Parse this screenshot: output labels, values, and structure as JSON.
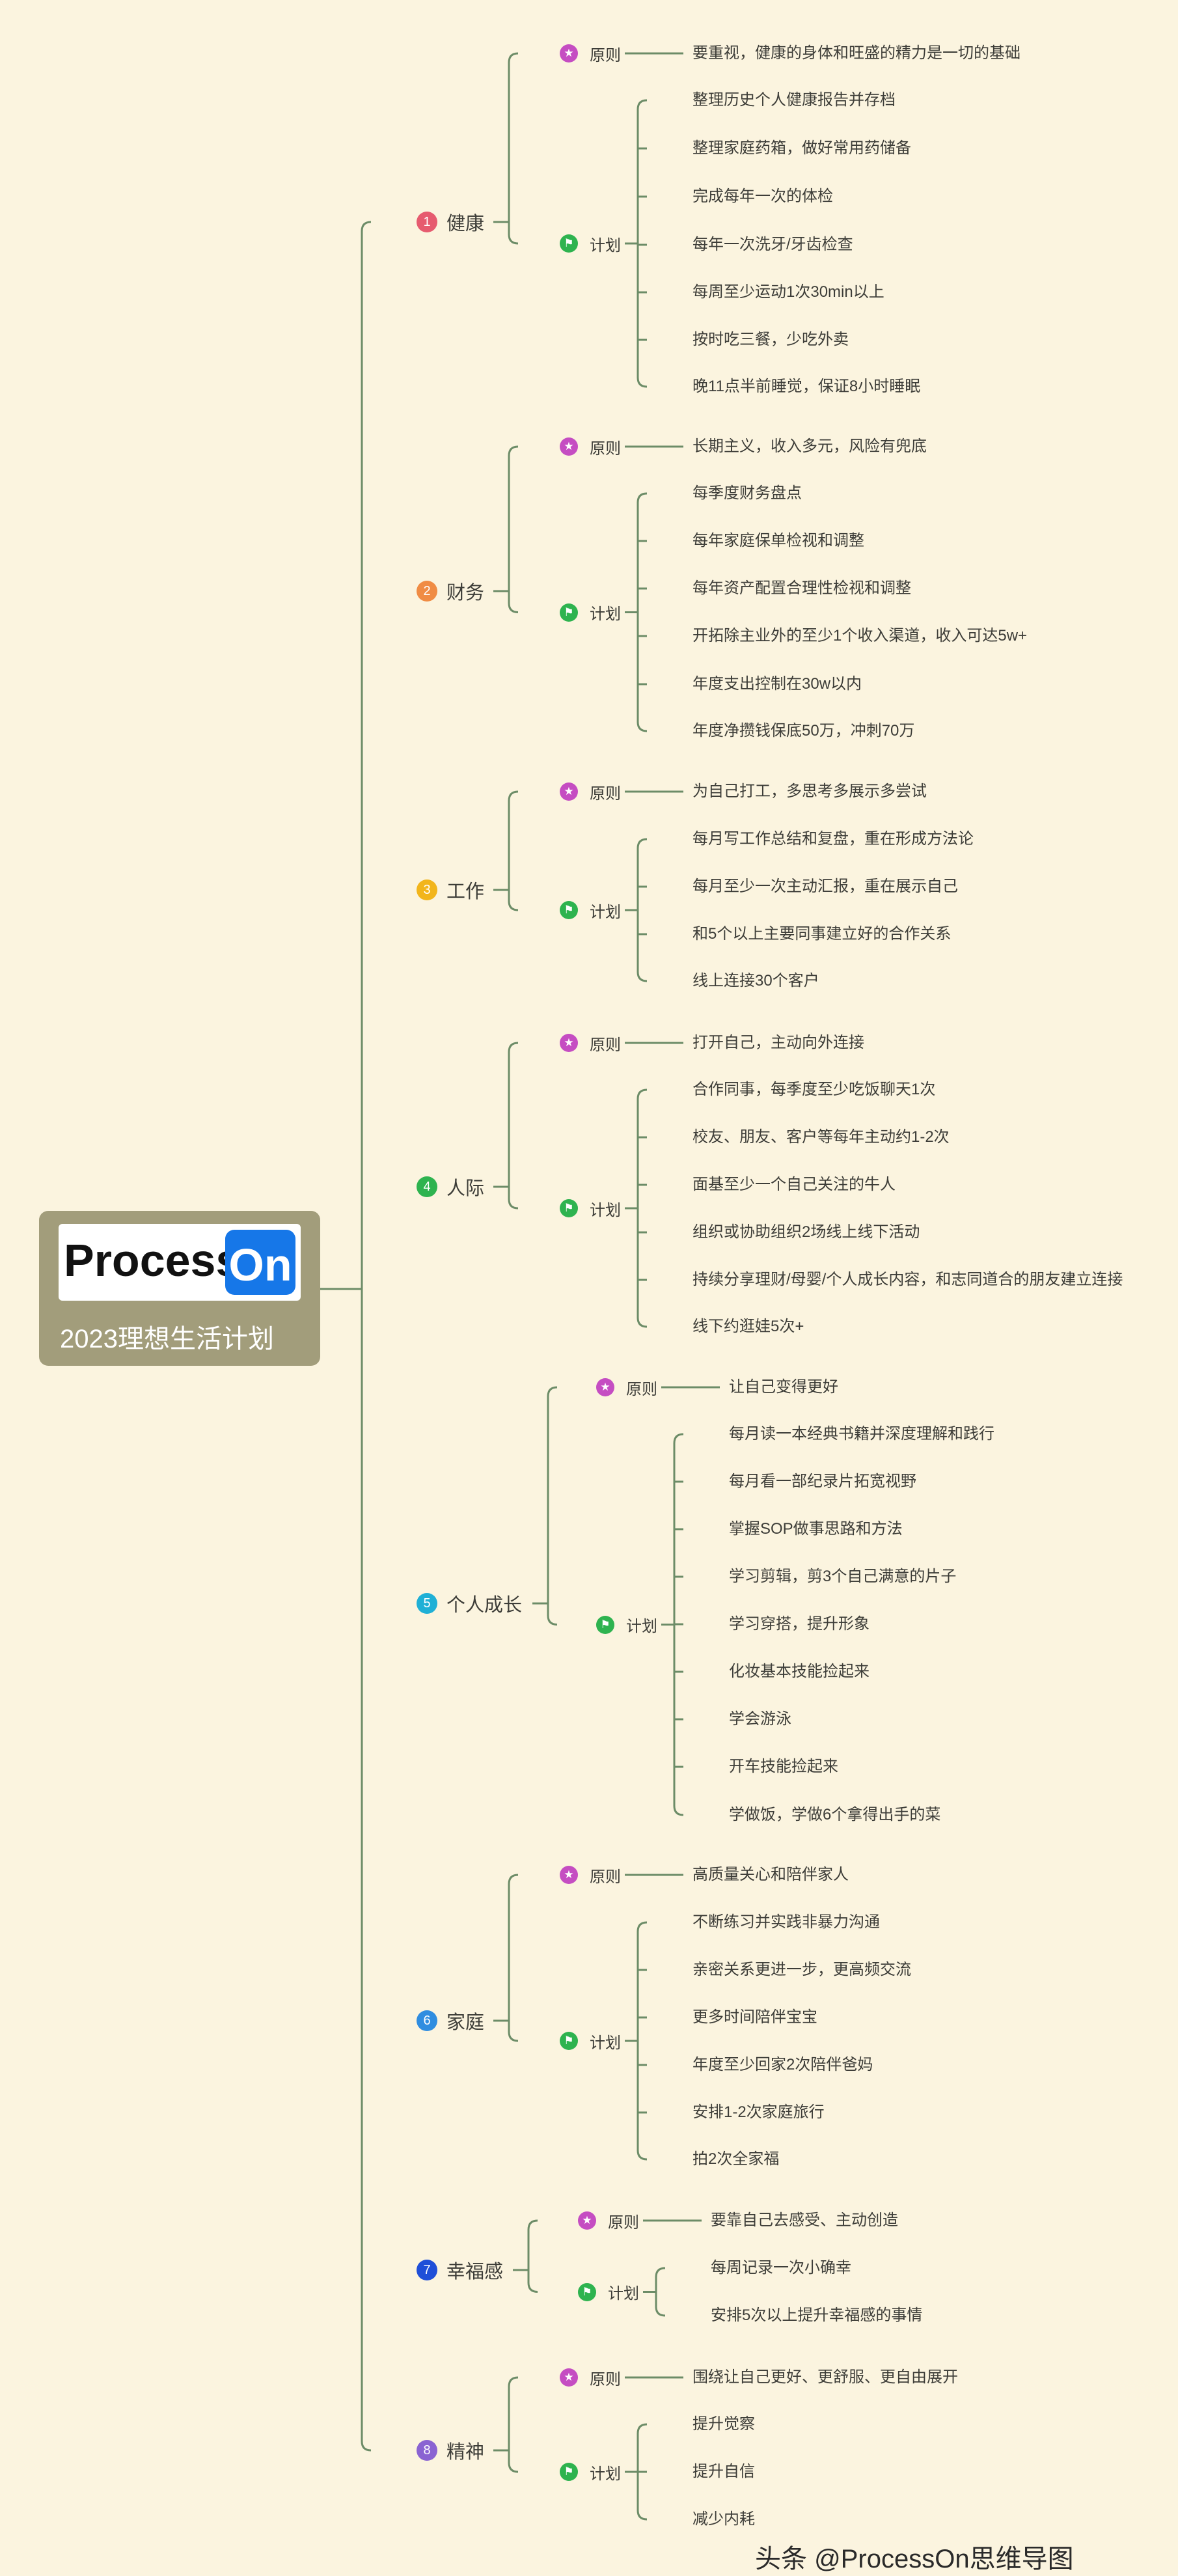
{
  "root": {
    "logo_word": "Process",
    "logo_box": "On",
    "title": "2023理想生活计划"
  },
  "colors": {
    "line": "#6c8c67",
    "background": "#fbf4df",
    "root_fill": "#a29d7b",
    "logo_blue": "#1677e8",
    "principle_icon": "#c54dc2",
    "plan_icon": "#2eb34f"
  },
  "icons": {
    "principle": "star-icon",
    "plan": "flag-icon"
  },
  "topics": [
    {
      "num": "1",
      "label": "健康",
      "color": "#e65b6f",
      "principle": {
        "label": "原则",
        "items": [
          "要重视，健康的身体和旺盛的精力是一切的基础"
        ]
      },
      "plan": {
        "label": "计划",
        "items": [
          "整理历史个人健康报告并存档",
          "整理家庭药箱，做好常用药储备",
          "完成每年一次的体检",
          "每年一次洗牙/牙齿检查",
          "每周至少运动1次30min以上",
          "按时吃三餐，少吃外卖",
          "晚11点半前睡觉，保证8小时睡眠"
        ]
      }
    },
    {
      "num": "2",
      "label": "财务",
      "color": "#f08c44",
      "principle": {
        "label": "原则",
        "items": [
          "长期主义，收入多元，风险有兜底"
        ]
      },
      "plan": {
        "label": "计划",
        "items": [
          "每季度财务盘点",
          "每年家庭保单检视和调整",
          "每年资产配置合理性检视和调整",
          "开拓除主业外的至少1个收入渠道，收入可达5w+",
          "年度支出控制在30w以内",
          "年度净攒钱保底50万，冲刺70万"
        ]
      }
    },
    {
      "num": "3",
      "label": "工作",
      "color": "#f2b51b",
      "principle": {
        "label": "原则",
        "items": [
          "为自己打工，多思考多展示多尝试"
        ]
      },
      "plan": {
        "label": "计划",
        "items": [
          "每月写工作总结和复盘，重在形成方法论",
          "每月至少一次主动汇报，重在展示自己",
          "和5个以上主要同事建立好的合作关系",
          "线上连接30个客户"
        ]
      }
    },
    {
      "num": "4",
      "label": "人际",
      "color": "#2eb34f",
      "principle": {
        "label": "原则",
        "items": [
          "打开自己，主动向外连接"
        ]
      },
      "plan": {
        "label": "计划",
        "items": [
          "合作同事，每季度至少吃饭聊天1次",
          "校友、朋友、客户等每年主动约1-2次",
          "面基至少一个自己关注的牛人",
          "组织或协助组织2场线上线下活动",
          "持续分享理财/母婴/个人成长内容，和志同道合的朋友建立连接",
          "线下约逛娃5次+"
        ]
      }
    },
    {
      "num": "5",
      "label": "个人成长",
      "color": "#1fb0d6",
      "principle": {
        "label": "原则",
        "items": [
          "让自己变得更好"
        ]
      },
      "plan": {
        "label": "计划",
        "items": [
          "每月读一本经典书籍并深度理解和践行",
          "每月看一部纪录片拓宽视野",
          "掌握SOP做事思路和方法",
          "学习剪辑，剪3个自己满意的片子",
          "学习穿搭，提升形象",
          "化妆基本技能捡起来",
          "学会游泳",
          "开车技能捡起来",
          "学做饭，学做6个拿得出手的菜"
        ]
      }
    },
    {
      "num": "6",
      "label": "家庭",
      "color": "#2f8de0",
      "principle": {
        "label": "原则",
        "items": [
          "高质量关心和陪伴家人"
        ]
      },
      "plan": {
        "label": "计划",
        "items": [
          "不断练习并实践非暴力沟通",
          "亲密关系更进一步，更高频交流",
          "更多时间陪伴宝宝",
          "年度至少回家2次陪伴爸妈",
          "安排1-2次家庭旅行",
          "拍2次全家福"
        ]
      }
    },
    {
      "num": "7",
      "label": "幸福感",
      "color": "#1f4fd8",
      "principle": {
        "label": "原则",
        "items": [
          "要靠自己去感受、主动创造"
        ]
      },
      "plan": {
        "label": "计划",
        "items": [
          "每周记录一次小确幸",
          "安排5次以上提升幸福感的事情"
        ]
      }
    },
    {
      "num": "8",
      "label": "精神",
      "color": "#8a63d2",
      "principle": {
        "label": "原则",
        "items": [
          "围绕让自己更好、更舒服、更自由展开"
        ]
      },
      "plan": {
        "label": "计划",
        "items": [
          "提升觉察",
          "提升自信",
          "减少内耗"
        ]
      }
    }
  ],
  "watermark": "头条 @ProcessOn思维导图"
}
